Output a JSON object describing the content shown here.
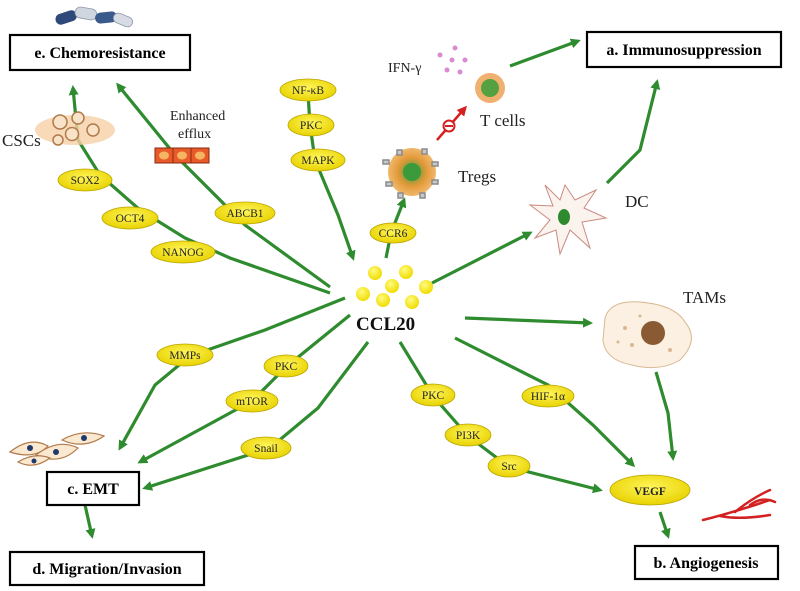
{
  "center": {
    "label": "CCL20"
  },
  "outcomes": {
    "a": "a. Immunosuppression",
    "b": "b. Angiogenesis",
    "c": "c. EMT",
    "d": "d. Migration/Invasion",
    "e": "e. Chemoresistance"
  },
  "mediators": {
    "sox2": "SOX2",
    "oct4": "OCT4",
    "nanog": "NANOG",
    "abcb1": "ABCB1",
    "nfkb": "NF-κB",
    "pkc_top": "PKC",
    "mapk": "MAPK",
    "ccr6": "CCR6",
    "mmps": "MMPs",
    "pkc_left": "PKC",
    "mtor": "mTOR",
    "snail": "Snail",
    "pkc_bottom": "PKC",
    "pi3k": "PI3K",
    "src": "Src",
    "hif1a": "HIF-1α",
    "vegf": "VEGF"
  },
  "cell_labels": {
    "cscs": "CSCs",
    "enhanced_efflux_line1": "Enhanced",
    "enhanced_efflux_line2": "efflux",
    "ifn_gamma": "IFN-γ",
    "t_cells": "T cells",
    "tregs": "Tregs",
    "dc": "DC",
    "tams": "TAMs"
  },
  "colors": {
    "arrow_green": "#2e8b2e",
    "oval_yellow": "#f2e300",
    "inhibition_red": "#d42020"
  }
}
